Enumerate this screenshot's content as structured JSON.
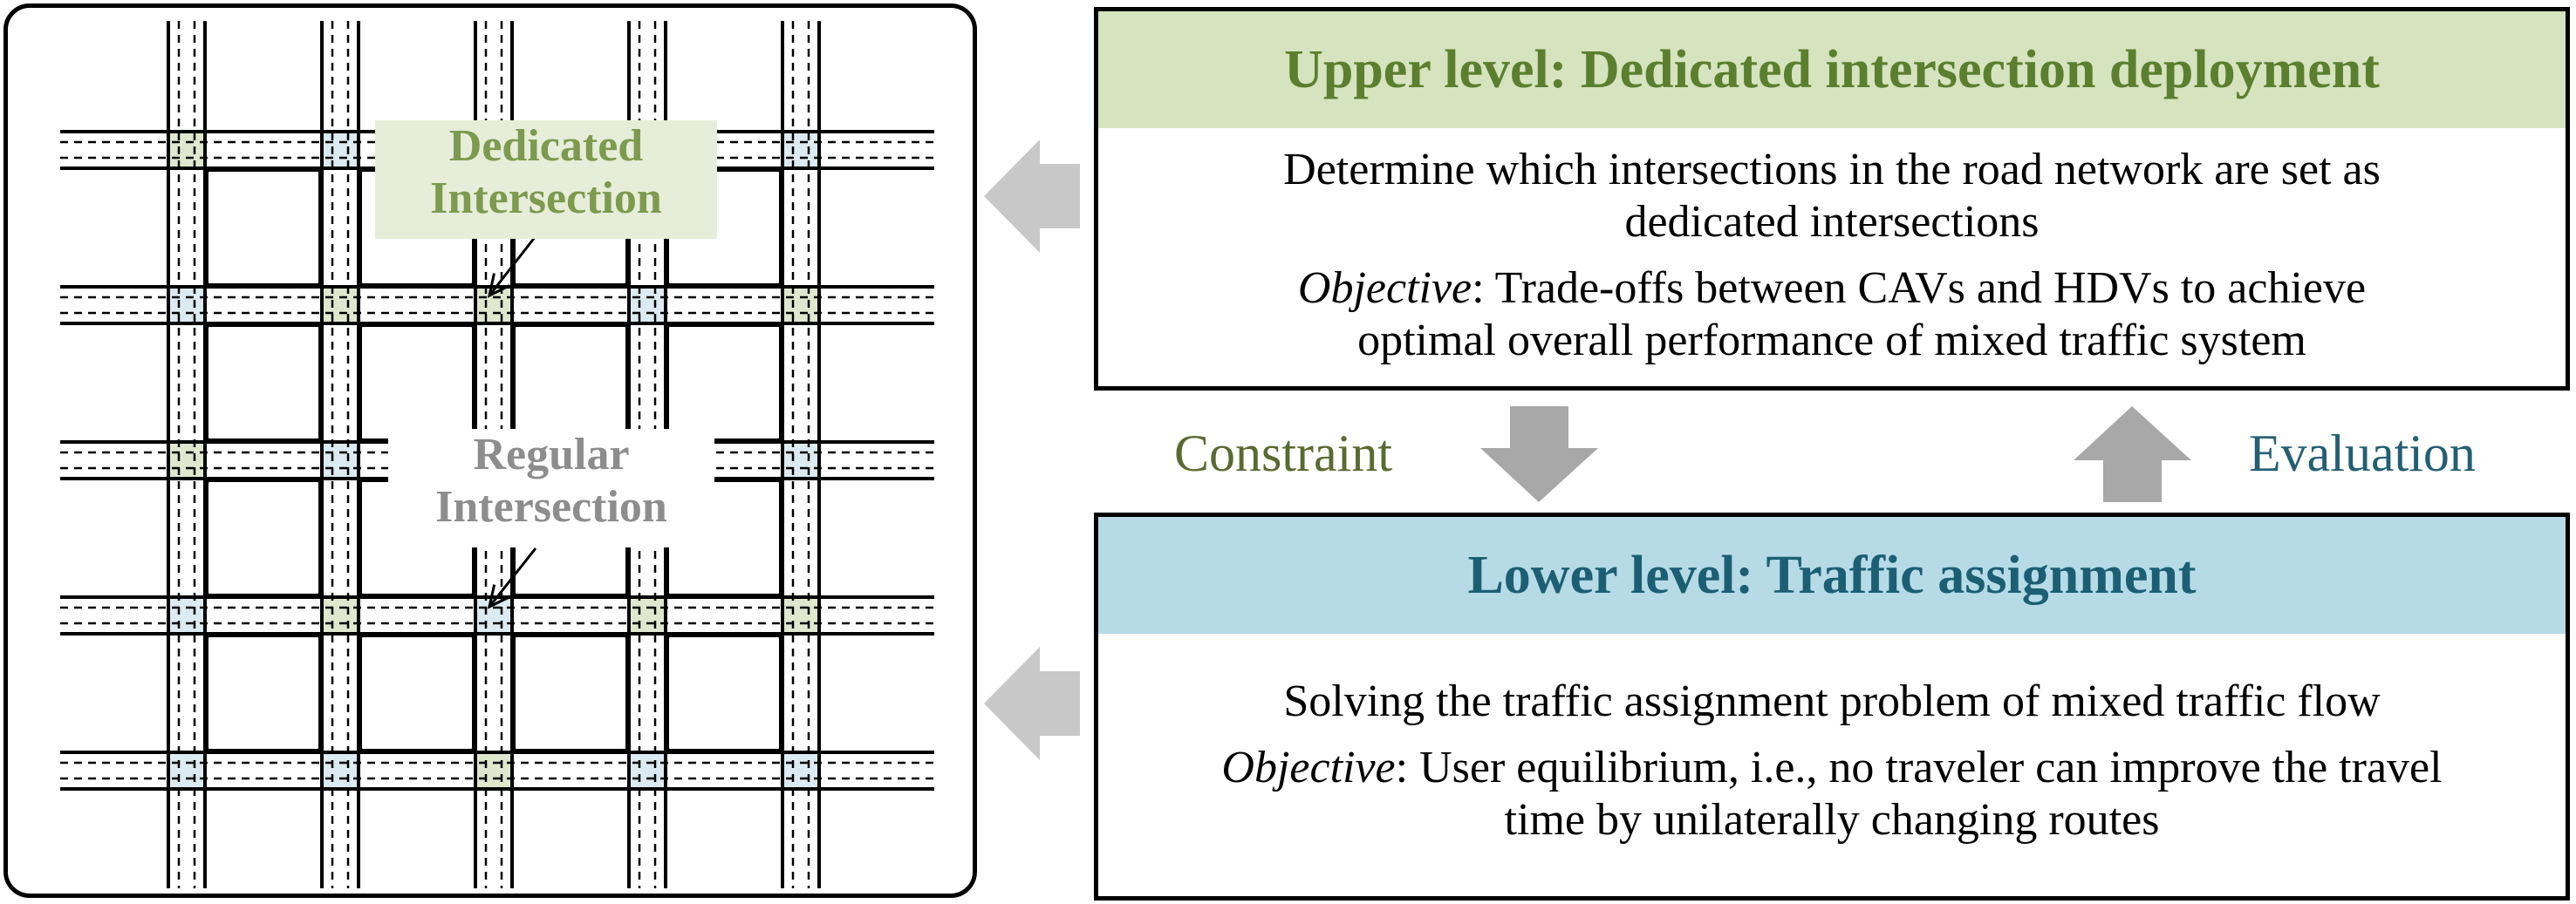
{
  "network": {
    "callouts": {
      "dedicated": [
        "Dedicated",
        "Intersection"
      ],
      "regular": [
        "Regular",
        "Intersection"
      ]
    },
    "colors": {
      "dedicated_fill": "#dfe8cf",
      "regular_fill": "#dceaf1",
      "road_line": "#000000"
    },
    "intersection_grid": [
      [
        "dedicated",
        "regular",
        "dedicated",
        "regular",
        "regular"
      ],
      [
        "regular",
        "dedicated",
        "dedicated",
        "regular",
        "dedicated"
      ],
      [
        "dedicated",
        "regular",
        "dedicated",
        "regular",
        "regular"
      ],
      [
        "regular",
        "dedicated",
        "regular",
        "dedicated",
        "dedicated"
      ],
      [
        "regular",
        "regular",
        "dedicated",
        "regular",
        "regular"
      ]
    ]
  },
  "upper": {
    "title": "Upper level: Dedicated intersection deployment",
    "line1": "Determine which intersections in the road network are set as",
    "line2": "dedicated intersections",
    "objective_word": "Objective",
    "objective_line1": ": Trade-offs between CAVs and HDVs  to achieve",
    "objective_line2": "optimal overall performance of mixed traffic system"
  },
  "lower": {
    "title": "Lower level: Traffic assignment",
    "line1": "Solving the traffic assignment problem of mixed traffic flow",
    "objective_word": "Objective",
    "objective_line1": ": User equilibrium, i.e.,  no traveler can improve the travel",
    "objective_line2": "time by unilaterally changing routes"
  },
  "labels": {
    "constraint": "Constraint",
    "evaluation": "Evaluation"
  },
  "arrow_color": "#c8c8c8"
}
